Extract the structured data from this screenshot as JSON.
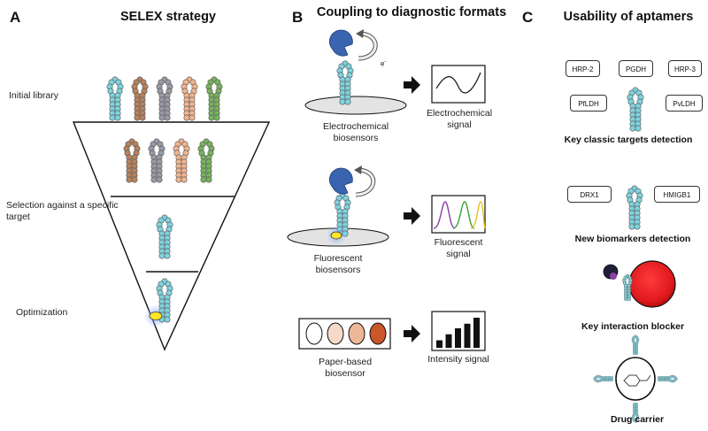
{
  "panel_a": {
    "letter": "A",
    "title": "SELEX strategy",
    "steps": [
      "Initial library",
      "Selection against a specific target",
      "Optimization"
    ]
  },
  "panel_b": {
    "letter": "B",
    "title": "Coupling to diagnostic formats",
    "electron_symbol": "e",
    "electron_superscript": "-",
    "rows": [
      {
        "format": "Electrochemical biosensors",
        "signal": "Electrochemical signal"
      },
      {
        "format": "Fluorescent biosensors",
        "signal": "Fluorescent signal"
      },
      {
        "format": "Paper-based biosensor",
        "signal": "Intensity signal"
      }
    ]
  },
  "panel_c": {
    "letter": "C",
    "title": "Usability of aptamers",
    "classic_targets": [
      "HRP-2",
      "PGDH",
      "HRP-3",
      "PfLDH",
      "PvLDH"
    ],
    "classic_caption": "Key classic targets detection",
    "new_biomarkers": [
      "DRX1",
      "HMIGB1"
    ],
    "new_caption": "New biomarkers detection",
    "blocker_caption": "Key interaction blocker",
    "carrier_caption": "Drug carrier"
  },
  "colors": {
    "aptamer_teal": "#7fd3df",
    "aptamer_brown": "#b7835e",
    "aptamer_gray": "#9a9aa6",
    "aptamer_peach": "#f2b58f",
    "aptamer_green": "#78b35f",
    "target_yellow": "#ffe629",
    "receptor_blue": "#3a63b0",
    "red_cell": "#e0191c",
    "fluor_purple": "#8e3fa6",
    "fluor_green": "#3aa33a",
    "fluor_yellow": "#e6c21a",
    "paper_spots": [
      "#ffffff",
      "#f6dac9",
      "#eeb896",
      "#c9572a"
    ]
  },
  "intensity_bars": [
    0.25,
    0.45,
    0.65,
    0.8,
    1.0
  ]
}
